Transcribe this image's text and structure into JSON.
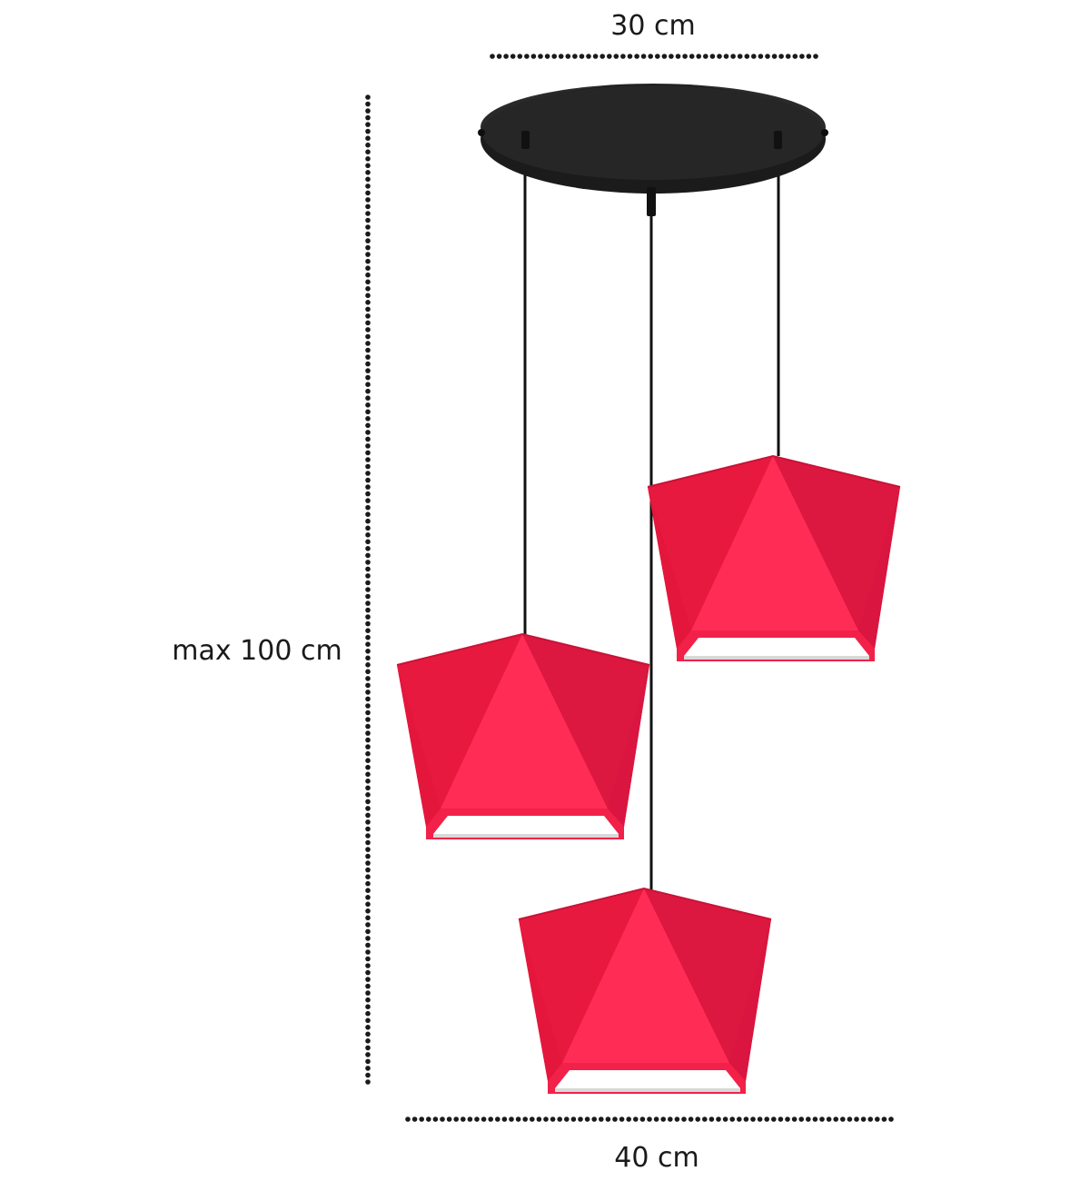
{
  "dimensions": {
    "top_width": "30 cm",
    "height": "max 100 cm",
    "bottom_width": "40 cm"
  },
  "colors": {
    "background": "#ffffff",
    "dots": "#1a1a1a",
    "canopy": "#1e1e1e",
    "cord": "#111111",
    "shade_dark": "#e0183e",
    "shade_mid": "#ea1d48",
    "shade_light": "#ff2f57",
    "diffuser": "#ffffff"
  },
  "lamp": {
    "pendant_count": 3,
    "shade_icon": "faceted-pentagon-shade-icon",
    "canopy_icon": "round-ceiling-canopy-icon"
  }
}
